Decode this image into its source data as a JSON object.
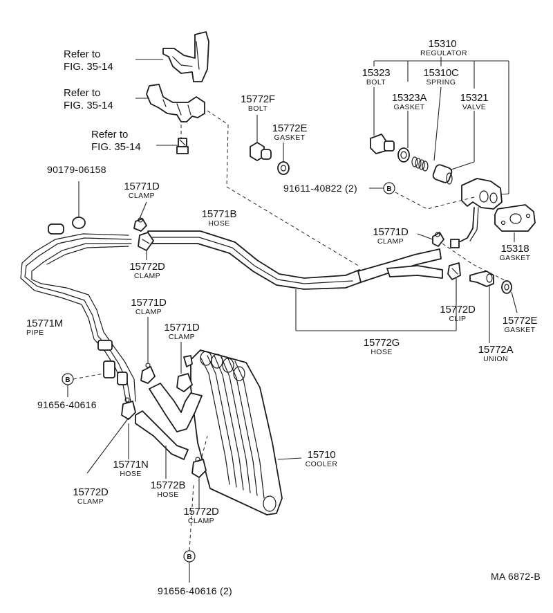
{
  "labels": {
    "p15310": {
      "pn": "15310",
      "name": "REGULATOR"
    },
    "p15323": {
      "pn": "15323",
      "name": "BOLT"
    },
    "p15310c": {
      "pn": "15310C",
      "name": "SPRING"
    },
    "p15323a": {
      "pn": "15323A",
      "name": "GASKET"
    },
    "p15321": {
      "pn": "15321",
      "name": "VALVE"
    },
    "p15772f": {
      "pn": "15772F",
      "name": "BOLT"
    },
    "p15772e_top": {
      "pn": "15772E",
      "name": "GASKET"
    },
    "p91611": {
      "pn": "91611-40822 (2)"
    },
    "p90179": {
      "pn": "90179-06158"
    },
    "p15771d_1": {
      "pn": "15771D",
      "name": "CLAMP"
    },
    "p15771b": {
      "pn": "15771B",
      "name": "HOSE"
    },
    "p15771d_2": {
      "pn": "15771D",
      "name": "CLAMP"
    },
    "p15318": {
      "pn": "15318",
      "name": "GASKET"
    },
    "p15772d_1": {
      "pn": "15772D",
      "name": "CLAMP"
    },
    "p15771d_3": {
      "pn": "15771D",
      "name": "CLAMP"
    },
    "p15772d_clip": {
      "pn": "15772D",
      "name": "CLIP"
    },
    "p15772e_right": {
      "pn": "15772E",
      "name": "GASKET"
    },
    "p15771m": {
      "pn": "15771M",
      "name": "PIPE"
    },
    "p15771d_4": {
      "pn": "15771D",
      "name": "CLAMP"
    },
    "p15772g": {
      "pn": "15772G",
      "name": "HOSE"
    },
    "p15772a": {
      "pn": "15772A",
      "name": "UNION"
    },
    "p91656_a": {
      "pn": "91656-40616"
    },
    "p15710": {
      "pn": "15710",
      "name": "COOLER"
    },
    "p15771n": {
      "pn": "15771N",
      "name": "HOSE"
    },
    "p15772b": {
      "pn": "15772B",
      "name": "HOSE"
    },
    "p15772d_2": {
      "pn": "15772D",
      "name": "CLAMP"
    },
    "p15772d_3": {
      "pn": "15772D",
      "name": "CLAMP"
    },
    "p91656_b": {
      "pn": "91656-40616 (2)"
    }
  },
  "refs": [
    {
      "line1": "Refer to",
      "line2": "FIG. 35-14"
    },
    {
      "line1": "Refer to",
      "line2": "FIG. 35-14"
    },
    {
      "line1": "Refer to",
      "line2": "FIG. 35-14"
    }
  ],
  "badge_letter": "B",
  "drawing_code": "MA  6872-B"
}
